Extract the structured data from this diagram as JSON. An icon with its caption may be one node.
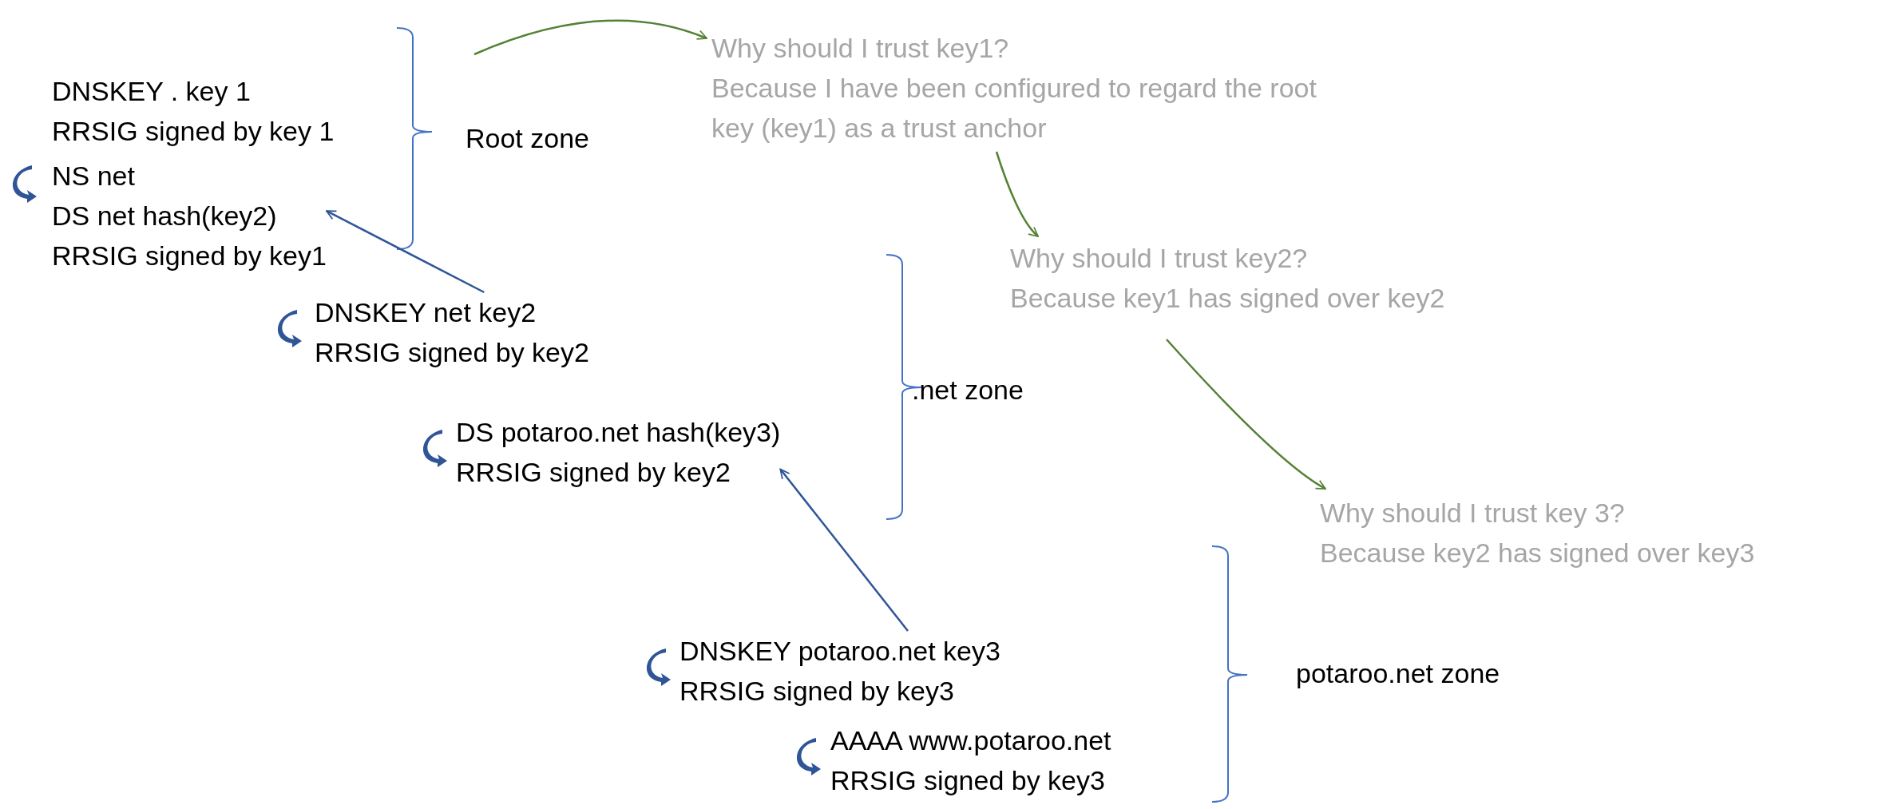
{
  "diagram": {
    "nodes": [
      {
        "text": [
          "DNSKEY . key 1",
          "RRSIG signed by key 1"
        ]
      },
      {
        "text": [
          "NS net",
          "DS net hash(key2)",
          "RRSIG signed by key1"
        ]
      },
      {
        "text": [
          "Why should I trust key1?",
          "Because I have been configured to regard the root key (key1) as a trust anchor"
        ]
      },
      {
        "text": [
          "Why should I trust key2?",
          "Because key1 has signed over key2"
        ]
      },
      {
        "text": [
          "DNSKEY net key2",
          "RRSIG signed by key2"
        ]
      },
      {
        "text": [
          "DS potaroo.net hash(key3)",
          "RRSIG signed by key2"
        ]
      },
      {
        "text": [
          "Why should I trust key 3?",
          "Because key2 has signed over key3"
        ]
      },
      {
        "text": [
          "DNSKEY potaroo.net key3",
          "RRSIG signed by key3"
        ]
      },
      {
        "text": [
          "AAAA www.potaroo.net",
          "RRSIG signed by key3"
        ]
      }
    ],
    "edges": [
      {
        "from": null,
        "to": 2,
        "arrow": "to",
        "color": "#548235"
      },
      {
        "from": 2,
        "to": 3,
        "arrow": "to",
        "color": "#548235"
      },
      {
        "from": 3,
        "to": 6,
        "arrow": "to",
        "color": "#548235"
      },
      {
        "from": 4,
        "to": 1,
        "arrow": "to",
        "color": "#2f5597"
      },
      {
        "from": 7,
        "to": 5,
        "arrow": "to",
        "color": "#2f5597"
      }
    ],
    "labels": [
      "Root zone",
      ".net zone",
      "potaroo.net zone"
    ]
  }
}
